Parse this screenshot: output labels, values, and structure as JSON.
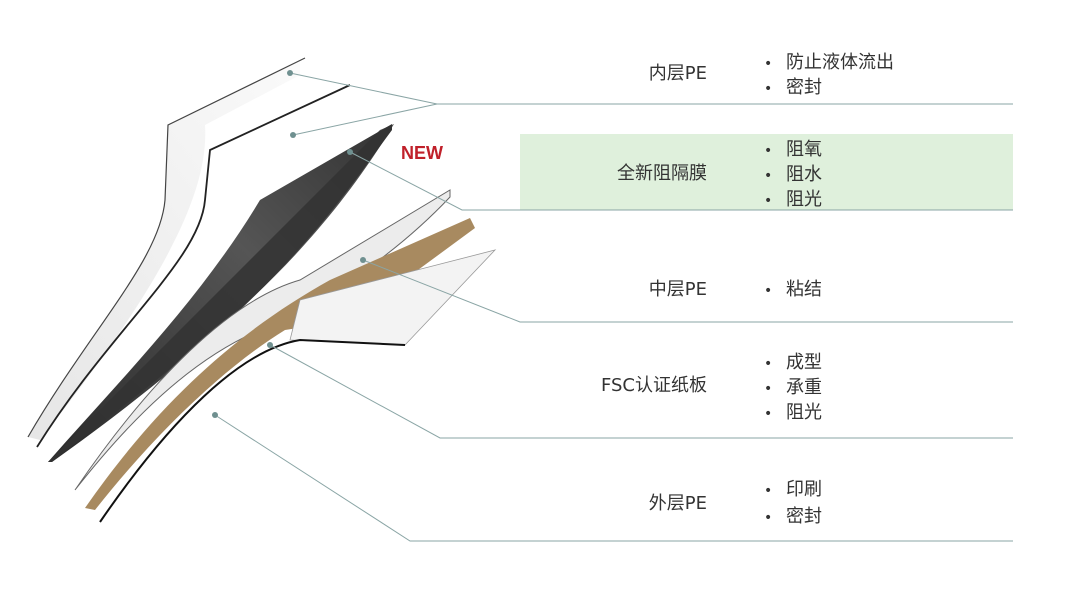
{
  "new_badge": "NEW",
  "layers": [
    {
      "name": "内层PE",
      "features": [
        "防止液体流出",
        "密封"
      ]
    },
    {
      "name": "全新阻隔膜",
      "features": [
        "阻氧",
        "阻水",
        "阻光"
      ],
      "highlight": true
    },
    {
      "name": "中层PE",
      "features": [
        "粘结"
      ]
    },
    {
      "name": "FSC认证纸板",
      "features": [
        "成型",
        "承重",
        "阻光"
      ]
    },
    {
      "name": "外层PE",
      "features": [
        "印刷",
        "密封"
      ]
    }
  ],
  "colors": {
    "highlight": "#dff0dc",
    "new": "#c0202a",
    "paperboard": "#a88a60",
    "barrier": "#3a3a3a",
    "leader": "#8aa5a5"
  }
}
